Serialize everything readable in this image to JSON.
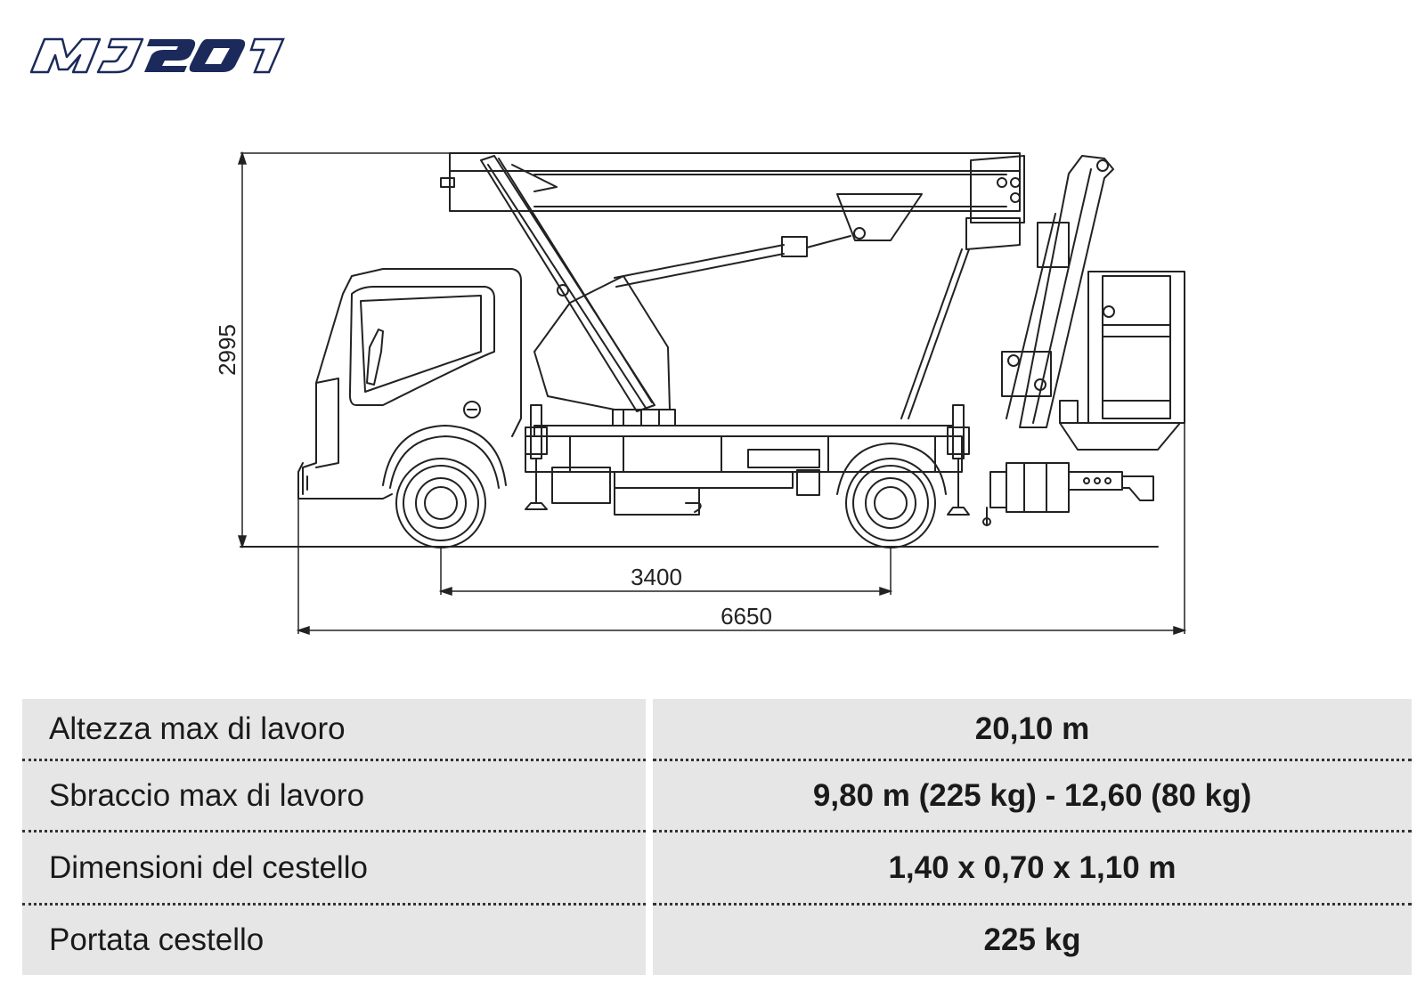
{
  "logo": {
    "text": "MJ201",
    "colors": {
      "outline": "#1b2a5a",
      "fill": "#1b2a5a"
    }
  },
  "drawing": {
    "dimensions": {
      "height": "2995",
      "wheelbase": "3400",
      "overall_length": "6650"
    }
  },
  "specs": [
    {
      "label": "Altezza max di lavoro",
      "value": "20,10 m"
    },
    {
      "label": "Sbraccio max di lavoro",
      "value": "9,80 m (225 kg) - 12,60 (80 kg)"
    },
    {
      "label": "Dimensioni del cestello",
      "value": "1,40 x 0,70 x 1,10 m"
    },
    {
      "label": "Portata cestello",
      "value": "225 kg"
    }
  ]
}
